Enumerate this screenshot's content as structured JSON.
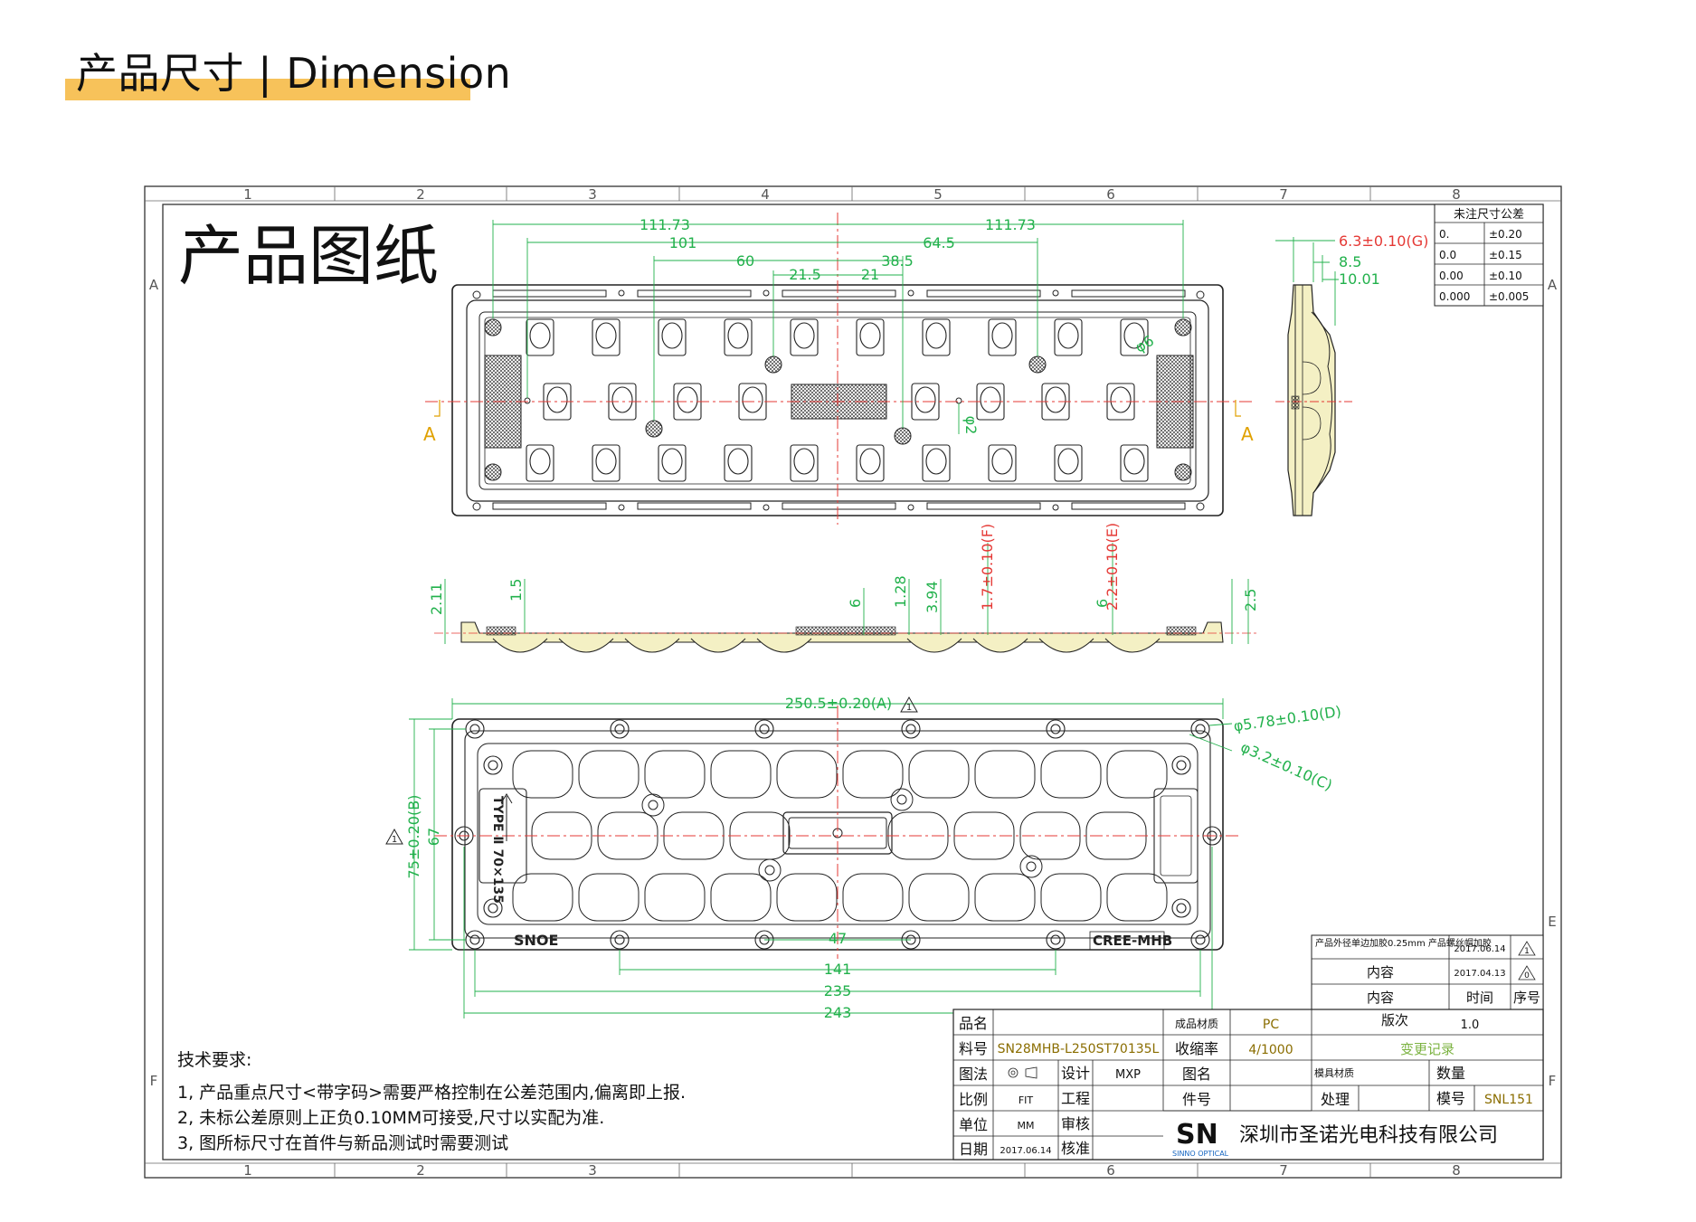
{
  "header": {
    "title": "产品尺寸 | Dimension"
  },
  "drawing": {
    "heading": "产品图纸",
    "col_labels": [
      "1",
      "2",
      "3",
      "4",
      "5",
      "6",
      "7",
      "8"
    ],
    "row_labels": [
      "A",
      "E",
      "F"
    ],
    "section_mark": "A",
    "front_view_dims": {
      "d_111_73_left": "111.73",
      "d_101": "101",
      "d_60": "60",
      "d_21_5": "21.5",
      "d_21": "21",
      "d_38_5": "38.5",
      "d_64_5": "64.5",
      "d_111_73_right": "111.73",
      "d_phi6": "φ6",
      "d_phi2": "φ2"
    },
    "side_view_dims": {
      "d_6_3": "6.3±0.10(G)",
      "d_8_5": "8.5",
      "d_10_01": "10.01"
    },
    "section_dims": {
      "d_2_11": "2.11",
      "d_1_5": "1.5",
      "d_6a": "6",
      "d_1_28": "1.28",
      "d_3_94": "3.94",
      "d_1_7": "1.7±0.10(F)",
      "d_2_2": "2.2±0.10(E)",
      "d_6b": "6",
      "d_2_5": "2.5"
    },
    "bottom_view_dims": {
      "d_250_5": "250.5±0.20(A)",
      "d_5_78": "φ5.78±0.10(D)",
      "d_3_2": "φ3.2±0.10(C)",
      "d_75": "75±0.20(B)",
      "d_67": "67",
      "d_47": "47",
      "d_141": "141",
      "d_235": "235",
      "d_243": "243",
      "rev1": "1"
    },
    "markings": {
      "type_label": "TYPE Ⅱ 70×135",
      "snoe": "SNOE",
      "cree": "CREE-MHB"
    },
    "tolerance_table": {
      "title": "未注尺寸公差",
      "rows": [
        {
          "k": "0.",
          "v": "±0.20"
        },
        {
          "k": "0.0",
          "v": "±0.15"
        },
        {
          "k": "0.00",
          "v": "±0.10"
        },
        {
          "k": "0.000",
          "v": "±0.005"
        }
      ]
    },
    "tech_requirements": {
      "title": "技术要求:",
      "items": [
        "1, 产品重点尺寸<带字码>需要严格控制在公差范围内,偏离即上报.",
        "2, 未标公差原则上正负0.10MM可接受,尺寸以实配为准.",
        "3, 图所标尺寸在首件与新品测试时需要测试"
      ]
    },
    "revision_block": {
      "rows": [
        {
          "content": "产品外径单边加胶0.25mm 产品螺丝帽加胶",
          "date": "2017.06.14",
          "no": "1"
        },
        {
          "content": "内容",
          "date": "2017.04.13",
          "no": "0"
        }
      ],
      "header_content": "内容",
      "header_time": "时间",
      "header_no": "序号",
      "version_label": "版次",
      "version_value": "1.0",
      "change_record": "变更记录"
    },
    "title_block": {
      "l_name": "品名",
      "l_part": "料号",
      "part_value": "SN28MHB-L250ST70135L",
      "l_method": "图法",
      "l_design": "设计",
      "design_value": "MXP",
      "l_scale": "比例",
      "scale_value": "FIT",
      "l_eng": "工程",
      "l_unit": "单位",
      "unit_value": "MM",
      "l_check": "审核",
      "l_date": "日期",
      "date_value": "2017.06.14",
      "l_approve": "核准",
      "l_material": "成品材质",
      "material_value": "PC",
      "l_shrink": "收缩率",
      "shrink_value": "4/1000",
      "l_drawno": "图名",
      "l_pieceno": "件号",
      "l_mold_mat": "模具材质",
      "l_qty": "数量",
      "l_process": "处理",
      "l_mold_no": "模号",
      "mold_no_value": "SNL151",
      "logo_text": "SN",
      "logo_sub": "SINNO OPTICAL",
      "company": "深圳市圣诺光电科技有限公司"
    }
  },
  "colors": {
    "dim": "#22b14c",
    "red": "#e53935",
    "yellow": "#f7c25a",
    "fill": "#f4f0c4",
    "line": "#222222"
  }
}
